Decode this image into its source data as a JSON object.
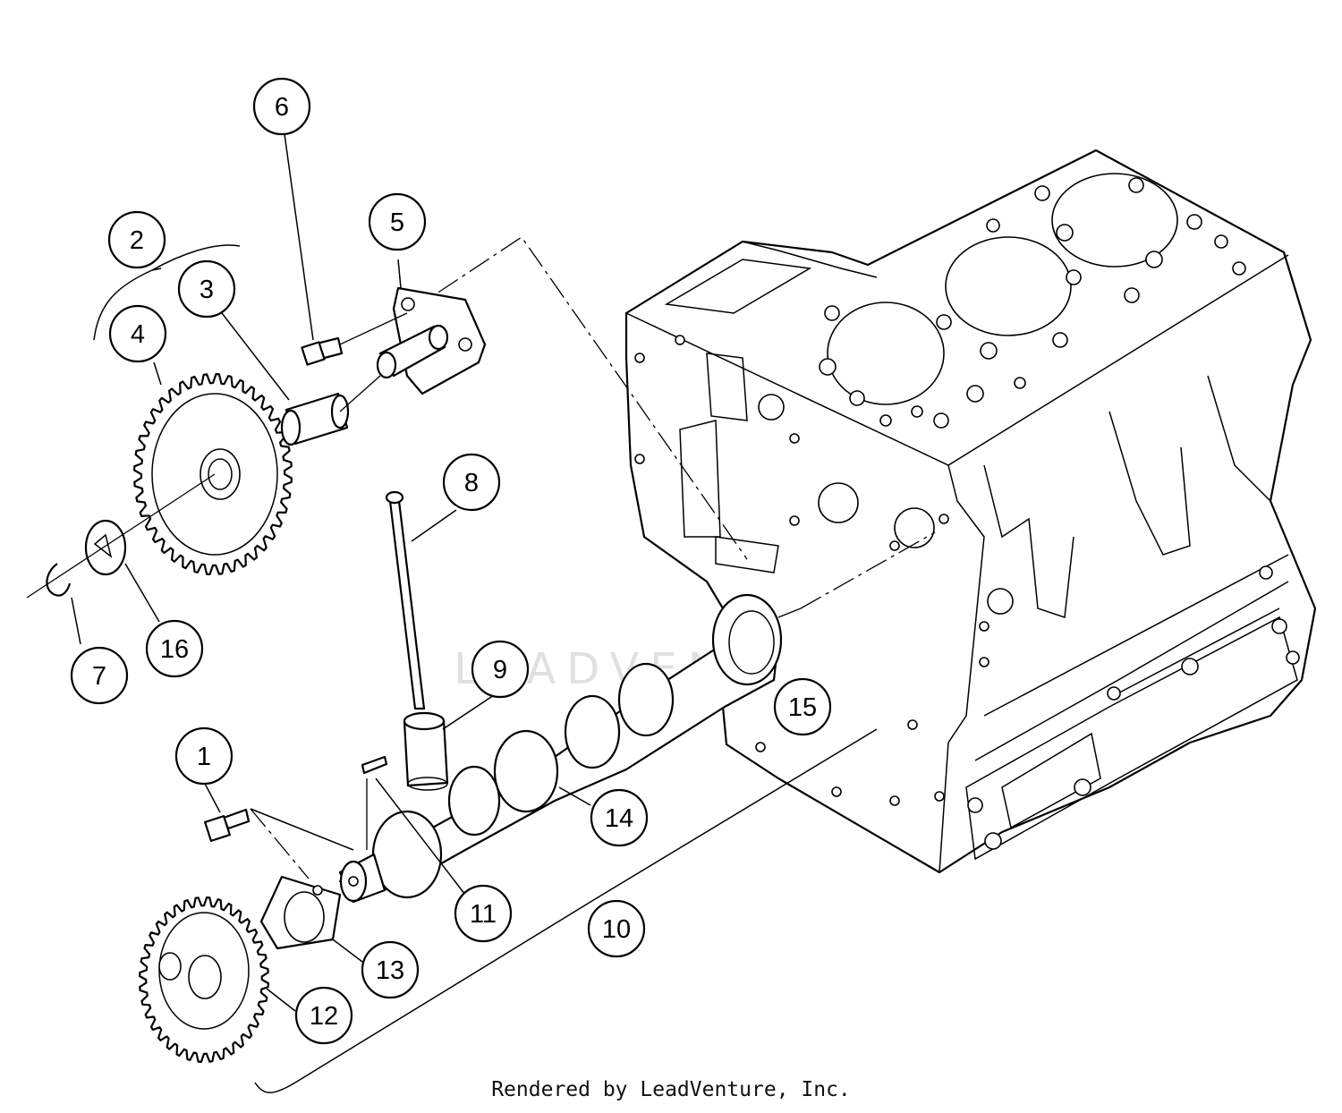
{
  "callouts": [
    {
      "id": "1",
      "label": "1"
    },
    {
      "id": "2",
      "label": "2"
    },
    {
      "id": "3",
      "label": "3"
    },
    {
      "id": "4",
      "label": "4"
    },
    {
      "id": "5",
      "label": "5"
    },
    {
      "id": "6",
      "label": "6"
    },
    {
      "id": "7",
      "label": "7"
    },
    {
      "id": "8",
      "label": "8"
    },
    {
      "id": "9",
      "label": "9"
    },
    {
      "id": "10",
      "label": "10"
    },
    {
      "id": "11",
      "label": "11"
    },
    {
      "id": "12",
      "label": "12"
    },
    {
      "id": "13",
      "label": "13"
    },
    {
      "id": "14",
      "label": "14"
    },
    {
      "id": "15",
      "label": "15"
    },
    {
      "id": "16",
      "label": "16"
    }
  ],
  "watermark": "LEADVENTURE",
  "footer": {
    "credit": "Rendered by LeadVenture, Inc."
  }
}
